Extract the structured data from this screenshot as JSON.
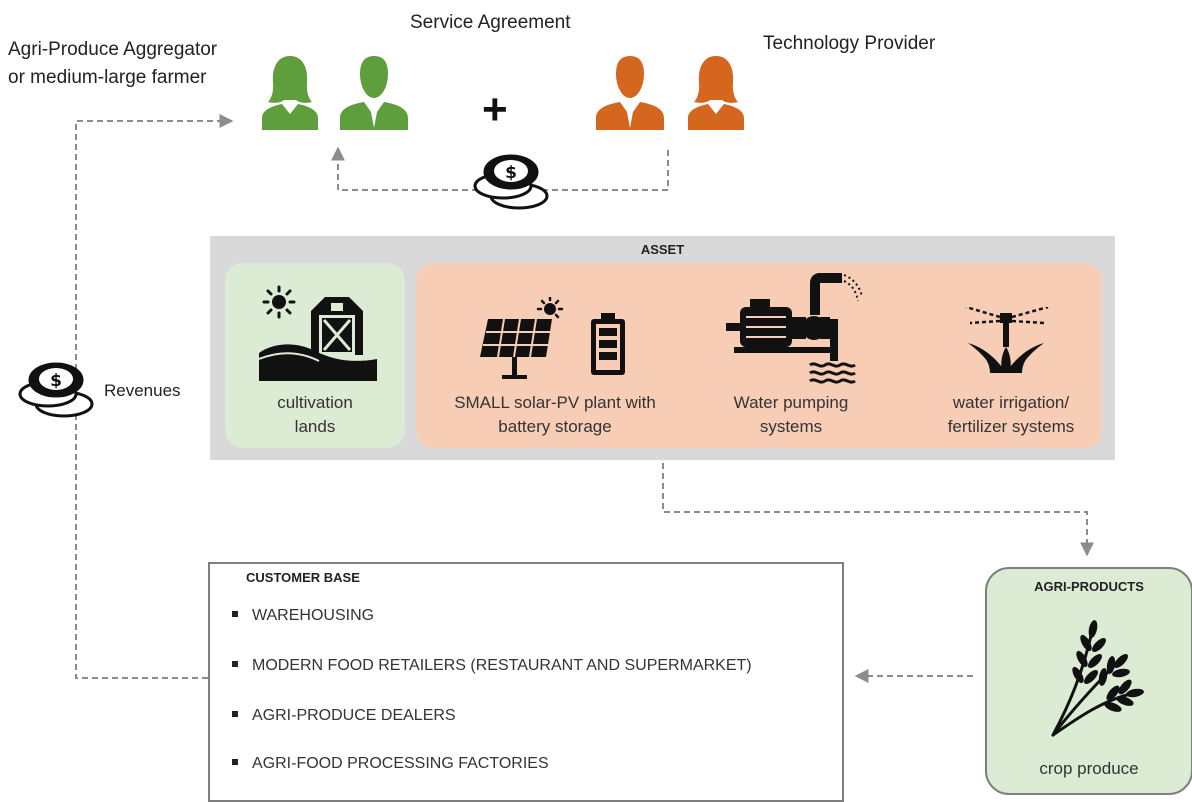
{
  "header": {
    "aggregator_line1": "Agri-Produce Aggregator",
    "aggregator_line2": "or medium-large farmer",
    "service_agreement": "Service Agreement",
    "technology_provider": "Technology Provider",
    "plus": "+"
  },
  "revenues_label": "Revenues",
  "asset": {
    "title": "ASSET",
    "cultivation": {
      "line1": "cultivation",
      "line2": "lands"
    },
    "solar": {
      "line1": "SMALL solar-PV plant with",
      "line2": "battery storage"
    },
    "pump": {
      "line1": "Water pumping",
      "line2": "systems"
    },
    "irrigation": {
      "line1": "water irrigation/",
      "line2": "fertilizer systems"
    }
  },
  "customer_base": {
    "title": "CUSTOMER BASE",
    "items": [
      "WAREHOUSING",
      "MODERN FOOD RETAILERS (RESTAURANT AND SUPERMARKET)",
      "AGRI-PRODUCE DEALERS",
      "AGRI-FOOD PROCESSING FACTORIES"
    ]
  },
  "agri_products": {
    "title": "AGRI-PRODUCTS",
    "label": "crop produce"
  },
  "colors": {
    "green_people": "#5e9e3c",
    "orange_people": "#d4661e",
    "asset_panel": "#d9d9d9",
    "land_box": "#dcebd3",
    "tech_box": "#f8cdb6",
    "connector": "#8c8c8c"
  },
  "icons": [
    "person-female-icon",
    "person-male-icon",
    "coins-icon",
    "sun-icon",
    "barn-icon",
    "solar-panel-icon",
    "battery-icon",
    "water-pump-icon",
    "sprinkler-icon",
    "wheat-icon"
  ]
}
